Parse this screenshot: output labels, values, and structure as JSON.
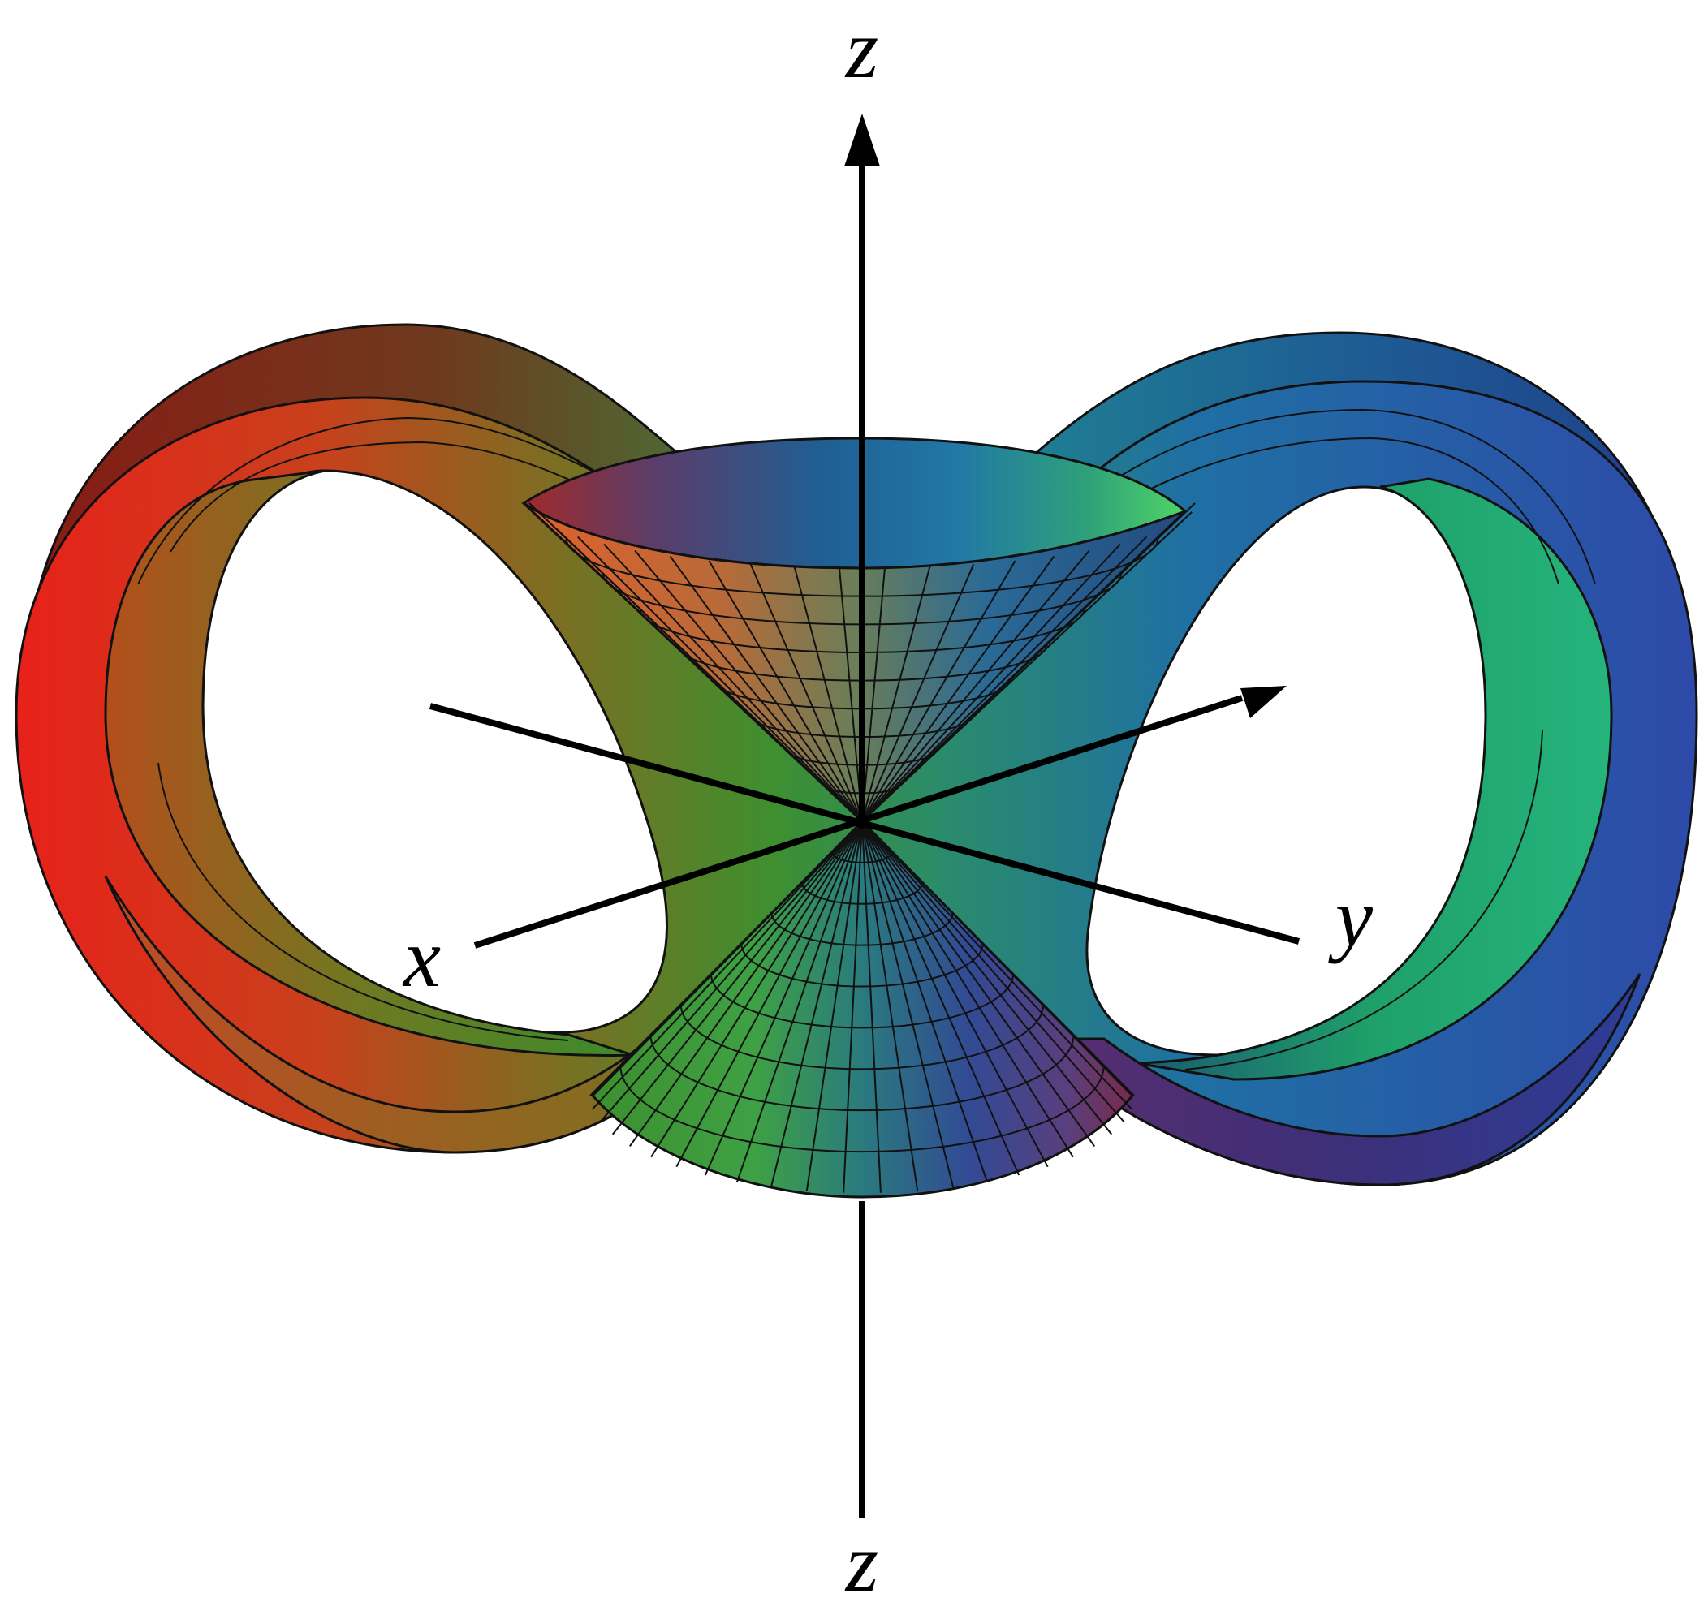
{
  "axes": {
    "z_top": "z",
    "z_bottom": "z",
    "x": "x",
    "y": "y"
  },
  "colors": {
    "ring_left": "#e8211a",
    "ring_left_inner": "#b5541c",
    "ring_green": "#3c8f2e",
    "ring_teal": "#1d7d93",
    "ring_blue": "#2d4aa8",
    "ring_right_inner": "#1fb073",
    "ring_magenta": "#5a2d6e",
    "cone_blue": "#1f6fa0",
    "cone_orange": "#c0622b",
    "cone_green": "#46a23a",
    "cone_purple": "#5b3f7e"
  }
}
